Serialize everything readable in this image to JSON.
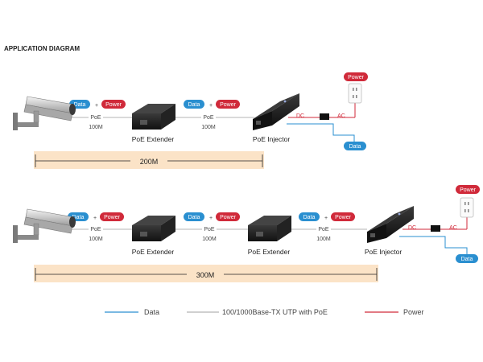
{
  "header": {
    "title": "APPLICATION DIAGRAM"
  },
  "labels": {
    "data": "Data",
    "power": "Power",
    "plus": "+",
    "poe": "PoE",
    "link_speed": "100M",
    "dc": "DC",
    "ac": "AC",
    "extender": "PoE Extender",
    "injector": "PoE Injector"
  },
  "distances": {
    "first": "200M",
    "second": "300M"
  },
  "legend": {
    "data": "Data",
    "utp": "100/1000Base-TX UTP with PoE",
    "power": "Power"
  },
  "colors": {
    "data": "#2a8fd0",
    "power": "#d02a3a",
    "utp": "#b5b5b5",
    "band": "#fbe3c7",
    "device": "#1c1c1c"
  },
  "icons": [
    "camera-icon",
    "poe-extender-icon",
    "poe-injector-icon",
    "power-adapter-icon",
    "wall-outlet-icon"
  ]
}
